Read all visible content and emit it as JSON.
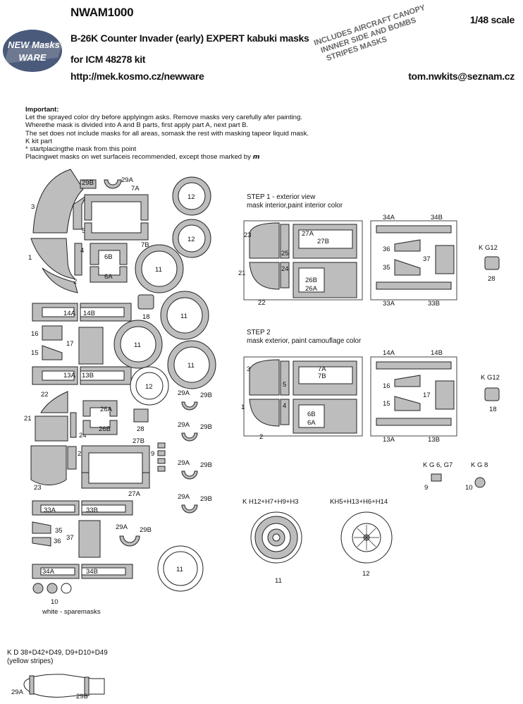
{
  "header": {
    "code": "NWAM1000",
    "title": "B-26K Counter Invader (early) EXPERT kabuki masks",
    "kit": "for ICM 48278 kit",
    "url": "http://mek.kosmo.cz/newware",
    "scale": "1/48 scale",
    "email": "tom.nwkits@seznam.cz",
    "canopy_note": [
      "INCLUDES AIRCRAFT CANOPY",
      "INNNER SIDE  AND BOMBS",
      "STRIPES MASKS"
    ],
    "logo": {
      "line1": "NEW Masks",
      "line2": "WARE",
      "color": "#4a5a7a"
    }
  },
  "notes": {
    "important": "Important:",
    "lines": [
      "Let the sprayed color dry before applyingm asks. Remove masks very carefully afer painting.",
      "Wherethe mask is divided into A and B parts, first apply part A, next part B.",
      "The set does not include masks for all areas, somask the rest with masking tapeor liquid mask.",
      "K kit part",
      "* startplacingthe mask from this point",
      "Placingwet masks on wet surfaceis recommended, except those marked by"
    ]
  },
  "steps": {
    "step1_title": "STEP 1 - exterior view",
    "step1_sub": "mask interior,paint interior color",
    "step2_title": "STEP 2",
    "step2_sub": "mask exterior, paint camouflage color"
  },
  "kit_refs": {
    "kg12_a": "K G12",
    "kg12_a_num": "28",
    "kg12_b": "K G12",
    "kg12_b_num": "18",
    "kg67": "K G 6, G7",
    "kg67_num": "9",
    "kg8": "K G 8",
    "kg8_num": "10",
    "wheel11_ref": "K H12+H7+H9+H3",
    "wheel11_num": "11",
    "wheel12_ref": "KH5+H13+H6+H14",
    "wheel12_num": "12"
  },
  "spare": "white - sparemasks",
  "bomb": {
    "ref": "K D 38+D42+D49, D9+D10+D49",
    "note": "(yellow stripes)",
    "a": "29A",
    "b": "29B"
  },
  "colors": {
    "mask": "#bdbdbd",
    "stroke": "#222",
    "frame": "#444"
  }
}
